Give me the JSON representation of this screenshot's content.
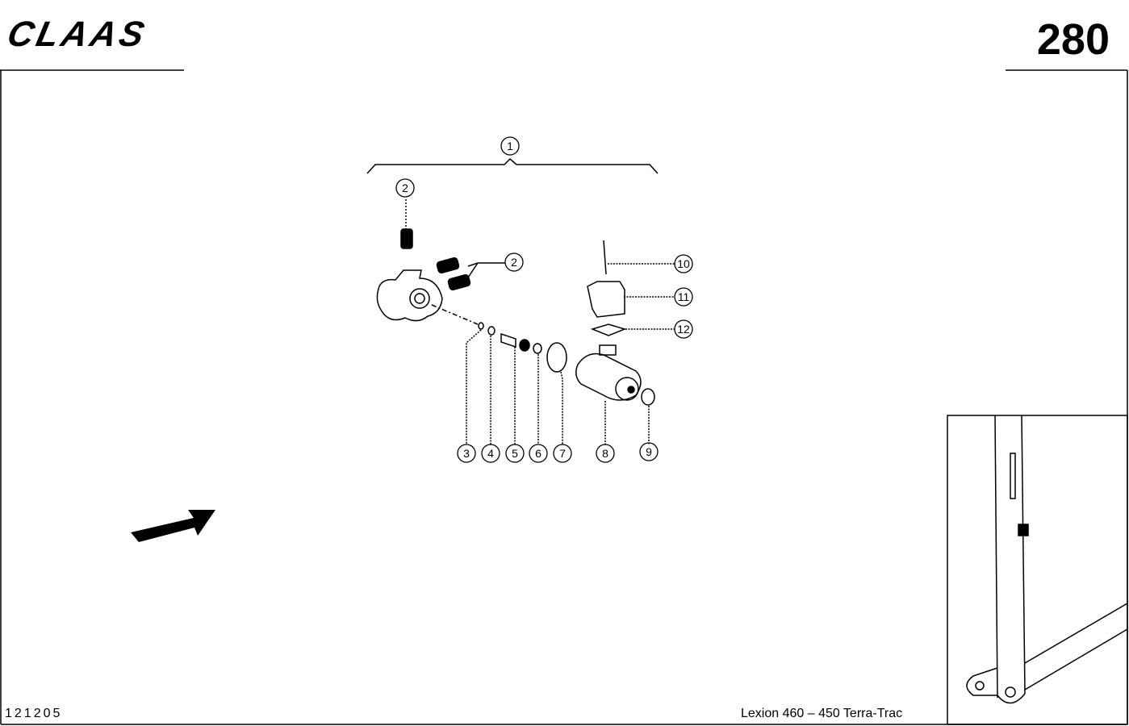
{
  "header": {
    "brand": "CLAAS",
    "page_number": "280"
  },
  "footer": {
    "drawing_code": "121205",
    "model": "Lexion 460 – 450 Terra-Trac"
  },
  "callouts": [
    "1",
    "2",
    "2",
    "3",
    "4",
    "5",
    "6",
    "7",
    "8",
    "9",
    "10",
    "11",
    "12"
  ]
}
